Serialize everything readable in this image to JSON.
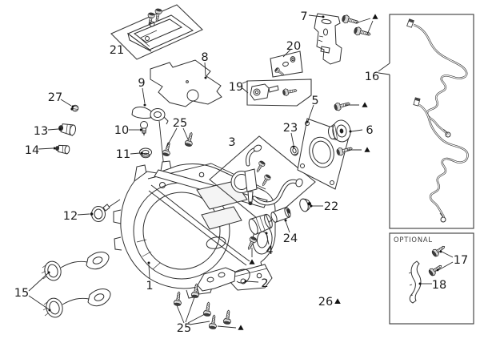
{
  "diagram": {
    "callouts": {
      "c1": "1",
      "c2": "2",
      "c3": "3",
      "c4": "4",
      "c5": "5",
      "c6": "6",
      "c7": "7",
      "c8": "8",
      "c9": "9",
      "c10": "10",
      "c11": "11",
      "c12": "12",
      "c13": "13",
      "c14": "14",
      "c15": "15",
      "c16": "16",
      "c17": "17",
      "c18": "18",
      "c19": "19",
      "c20": "20",
      "c21": "21",
      "c22": "22",
      "c23": "23",
      "c24": "24",
      "c25_mid": "25",
      "c25_bottom": "25",
      "c26": "26",
      "c27": "27"
    },
    "optional_box_label": "OPTIONAL",
    "icons": {
      "triangle_marker": "▲"
    },
    "colors": {
      "line": "#2b2b2b",
      "background": "#ffffff",
      "marker": "#111111"
    }
  }
}
